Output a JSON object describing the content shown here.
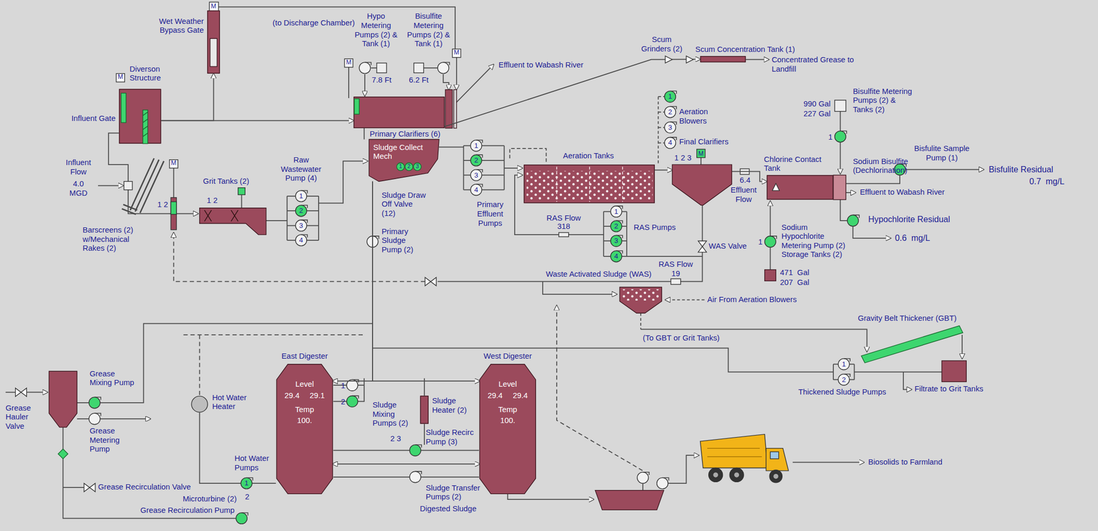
{
  "diagram": {
    "nodes": [
      {
        "text": [
          "Diverson Structure"
        ]
      },
      {
        "text": [
          "Wet Weather Bypass Gate"
        ]
      },
      {
        "text": [
          "Primary Clarifiers (6)"
        ]
      },
      {
        "text": [
          "Sludge Collect Mech"
        ]
      },
      {
        "text": [
          "Grit Tanks (2)"
        ]
      },
      {
        "text": [
          "Aeration Tanks"
        ]
      },
      {
        "text": [
          "1 2 3"
        ]
      },
      {
        "text": [
          "Chlorine Contact Tank"
        ]
      },
      {
        "text": [
          "Scum Concentration Tank (1)"
        ]
      },
      {
        "text": [
          "East Digester",
          "Level",
          "29.4",
          "29.1",
          "Temp",
          "100."
        ]
      },
      {
        "text": [
          "West Digester",
          "Level",
          "29.4",
          "29.4",
          "Temp",
          "100."
        ]
      },
      {
        "text": [
          "Sludge Heater (2)"
        ]
      },
      {
        "text": [
          "Hot Water Heater"
        ]
      },
      {
        "text": [
          "Gravity Belt Thickener (GBT)"
        ]
      }
    ],
    "edges": [
      {
        "from": 0,
        "to": 2,
        "arrow": "to"
      },
      {
        "from": 0,
        "to": 1,
        "arrow": "to"
      },
      {
        "from": 5,
        "to": 6,
        "arrow": "to"
      },
      {
        "from": 6,
        "to": 7,
        "arrow": "to"
      },
      {
        "from": 2,
        "to": 8,
        "arrow": "to"
      },
      {
        "from": 3,
        "to": 9,
        "arrow": "to"
      },
      {
        "from": 3,
        "to": 10,
        "arrow": "to"
      },
      {
        "from": 9,
        "to": 10,
        "arrow": "both"
      }
    ],
    "labels": [
      "(to Discharge Chamber)",
      "Hypo Metering Pumps (2) & Tank (1)",
      "Bisulfite Metering Pumps (2) & Tank (1)",
      "M",
      "M",
      "7.8 Ft",
      "6.2 Ft",
      "M",
      "Effluent to Wabash River",
      "Scum Grinders (2)",
      "Concentrated Grease to Landfill",
      "M",
      "Influent Gate",
      "Influent Flow",
      "4.0 MGD",
      "Barscreens (2) w/Mechanical Rakes (2)",
      "M",
      "1 2",
      "1 2",
      "Raw Wastewater Pump (4)",
      "1",
      "2",
      "3",
      "4",
      "1",
      "2",
      "3",
      "Sludge Draw Off Valve (12)",
      "Primary Sludge Pump (2)",
      "1",
      "2",
      "3",
      "4",
      "Primary Effluent Pumps",
      "1",
      "2",
      "3",
      "4",
      "Aeration Blowers",
      "Final Clarifiers",
      "M",
      "6.4",
      "Effluent Flow",
      "RAS Flow",
      "318",
      "1",
      "2",
      "3",
      "4",
      "RAS Pumps",
      "WAS Valve",
      "RAS Flow",
      "19",
      "Waste Activated Sludge (WAS)",
      "Air From Aeration Blowers",
      "(To GBT or Grit Tanks)",
      "990 Gal",
      "227 Gal",
      "Bisulfite Metering Pumps (2) & Tanks (2)",
      "1",
      "Sodium Bisulfite (Dechlorination)",
      "Bisfulite Sample Pump (1)",
      "Bisfulite Residual",
      "0.7  mg/L",
      "Effluent to Wabash River",
      "Hypochlorite Residual",
      "0.6  mg/L",
      "Sodium Hypochlorite Metering Pump (2) Storage Tanks (2)",
      "1",
      "471  Gal",
      "207  Gal",
      "Thickened Sludge Pumps",
      "1",
      "2",
      "Filtrate to Grit Tanks",
      "Biosolids to Farmland",
      "Digested Sludge",
      "Sludge Transfer Pumps (2)",
      "Sludge Recirc Pump (3)",
      "1",
      "2",
      "Sludge Mixing Pumps (2)",
      "2 3",
      "Hot Water Pumps",
      "1",
      "2",
      "Microturbine (2)",
      "Grease Mixing Pump",
      "Grease Metering Pump",
      "Grease Hauler Valve",
      "Grease Recirculation Valve",
      "Grease Recirculation Pump"
    ]
  }
}
